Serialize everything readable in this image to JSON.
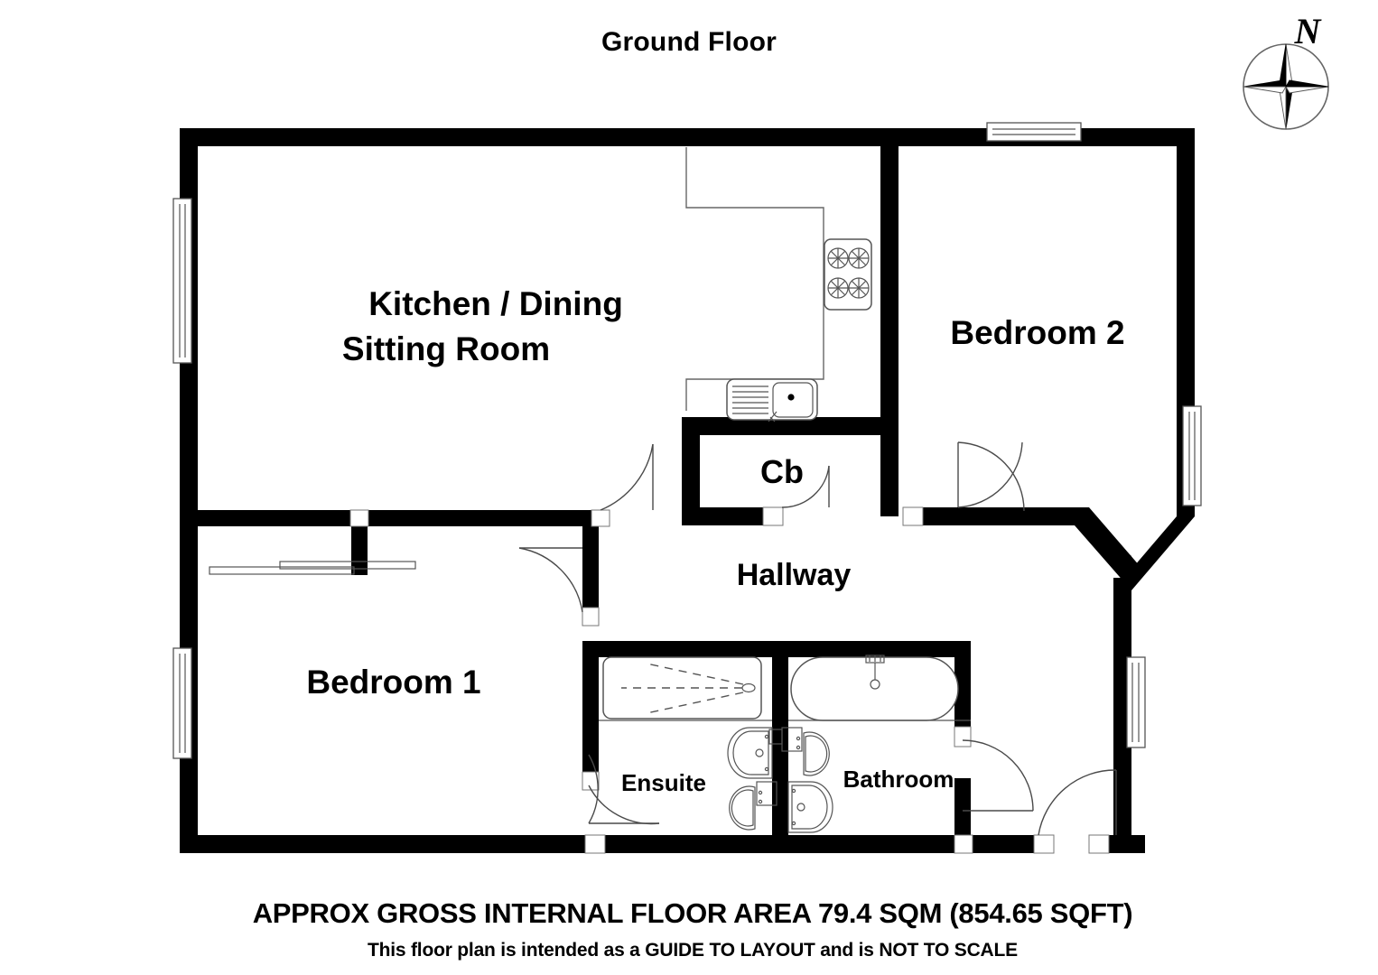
{
  "title": "Ground Floor",
  "compass": {
    "north_label": "N",
    "icon": "compass-rose-icon"
  },
  "rooms": [
    {
      "id": "kitchen",
      "label_line1": "Kitchen / Dining",
      "label_line2": "Sitting Room"
    },
    {
      "id": "bedroom2",
      "label": "Bedroom 2"
    },
    {
      "id": "bedroom1",
      "label": "Bedroom 1"
    },
    {
      "id": "hallway",
      "label": "Hallway"
    },
    {
      "id": "cupboard",
      "label": "Cb"
    },
    {
      "id": "ensuite",
      "label": "Ensuite"
    },
    {
      "id": "bathroom",
      "label": "Bathroom"
    }
  ],
  "labels": {
    "kitchen_line1": "Kitchen / Dining",
    "kitchen_line2": "Sitting Room",
    "bedroom2": "Bedroom 2",
    "bedroom1": "Bedroom 1",
    "hallway": "Hallway",
    "cupboard": "Cb",
    "ensuite": "Ensuite",
    "bathroom": "Bathroom"
  },
  "footer": {
    "area_text": "APPROX GROSS INTERNAL FLOOR AREA  79.4 SQM (854.65  SQFT)",
    "area_sqm": "79.4",
    "area_sqft": "854.65",
    "disclaimer": "This floor plan is intended as a GUIDE TO LAYOUT and is NOT TO SCALE"
  },
  "fixtures": [
    {
      "name": "hob-icon",
      "room": "kitchen",
      "burners": 4
    },
    {
      "name": "sink-icon",
      "room": "kitchen"
    },
    {
      "name": "shower-tray-icon",
      "room": "ensuite"
    },
    {
      "name": "basin-icon",
      "room": "ensuite"
    },
    {
      "name": "toilet-icon",
      "room": "ensuite"
    },
    {
      "name": "bathtub-icon",
      "room": "bathroom"
    },
    {
      "name": "basin-icon",
      "room": "bathroom"
    },
    {
      "name": "toilet-icon",
      "room": "bathroom"
    },
    {
      "name": "wardrobe-icon",
      "room": "bedroom1"
    }
  ],
  "colors": {
    "wall": "#000000",
    "background": "#ffffff",
    "fixture_stroke": "#555555",
    "door_stroke": "#4a4a4a"
  }
}
